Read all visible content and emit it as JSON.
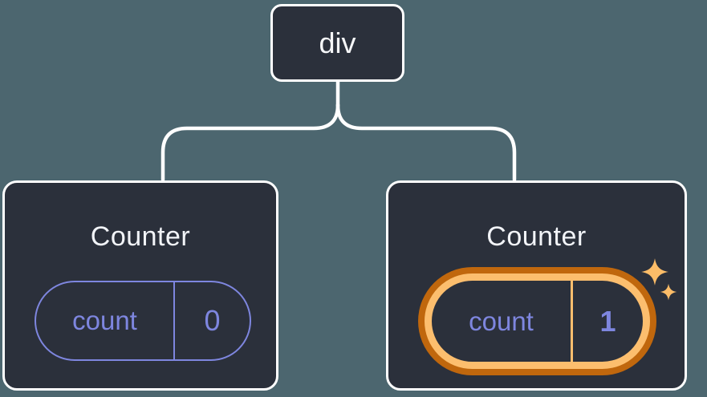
{
  "canvas": {
    "background": "#4C666F",
    "description_label": "component tree diagram"
  },
  "tree": {
    "root": {
      "label": "div"
    },
    "nodes": [
      {
        "title": "Counter",
        "pill": {
          "label": "count",
          "value": "0"
        },
        "highlighted": false
      },
      {
        "title": "Counter",
        "pill": {
          "label": "count",
          "value": "1"
        },
        "highlighted": true
      }
    ]
  },
  "icons": {
    "sparkle_large": "four-point-star",
    "sparkle_small": "four-point-star"
  },
  "colors": {
    "background": "#4C666F",
    "card_background": "#2B303B",
    "card_border": "#FFFFFF",
    "connector": "#FFFFFF",
    "state_accent": "#7E86DF",
    "highlight_ring_outer": "#C0670D",
    "highlight_ring_inner": "#FCBE6E",
    "sparkle": "#FBBC68",
    "text_primary": "#F2F4F8"
  }
}
